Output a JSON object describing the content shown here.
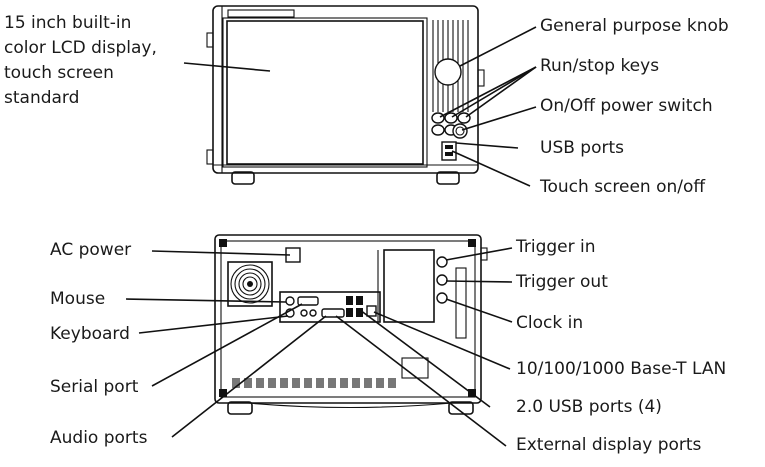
{
  "labels": {
    "lcd_line1": "15 inch built-in",
    "lcd_line2": "color LCD display,",
    "lcd_line3": "touch screen",
    "lcd_line4": "standard",
    "knob": "General purpose knob",
    "run_stop": "Run/stop keys",
    "power_switch": "On/Off power switch",
    "usb_front": "USB ports",
    "touch_toggle": "Touch screen on/off",
    "ac_power": "AC power",
    "mouse": "Mouse",
    "keyboard": "Keyboard",
    "serial": "Serial port",
    "audio": "Audio ports",
    "trigger_in": "Trigger in",
    "trigger_out": "Trigger out",
    "clock_in": "Clock in",
    "lan": "10/100/1000 Base-T LAN",
    "usb_rear": "2.0 USB ports (4)",
    "ext_display": "External display ports"
  }
}
